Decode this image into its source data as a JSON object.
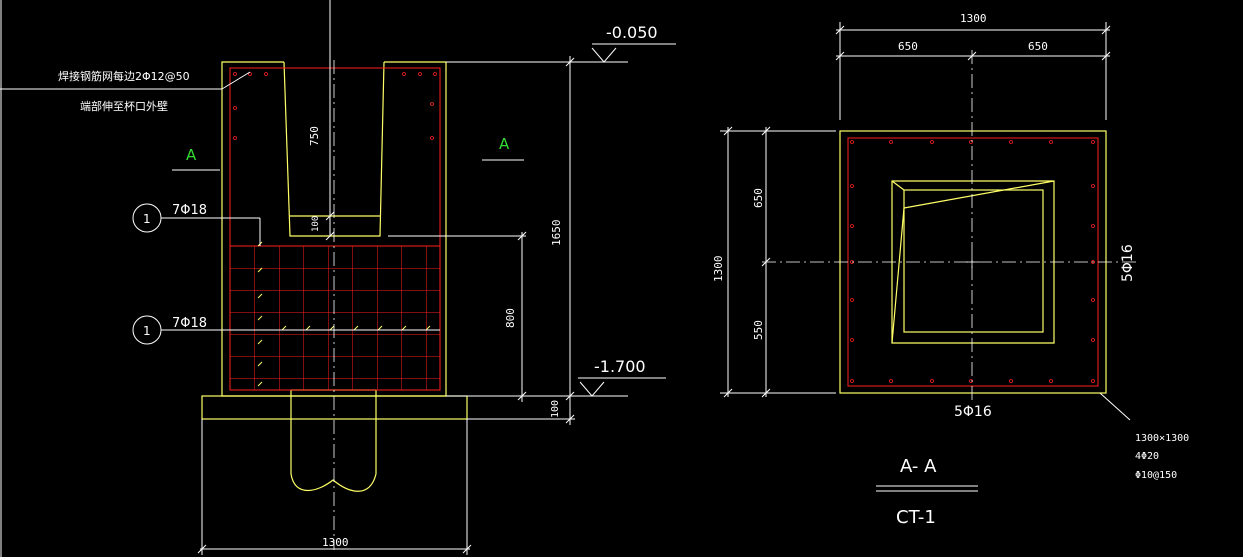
{
  "colors": {
    "background": "#000000",
    "concrete": "#ffff66",
    "rebar": "#ff2020",
    "dimension": "#ffffff",
    "section_mark": "#33dd33",
    "text": "#ffffff"
  },
  "elevation": {
    "top_level": "-0.050",
    "bottom_level": "-1.700",
    "note_line1": "焊接钢筋网每边2Φ12@50",
    "note_line2": "端部伸至杯口外壁",
    "section_mark_left": "A",
    "section_mark_right": "A",
    "bar_callout_1": {
      "number": "1",
      "label": "7Φ18"
    },
    "bar_callout_2": {
      "number": "1",
      "label": "7Φ18"
    },
    "dims": {
      "socket_depth": "750",
      "socket_bottom_gap": "100",
      "total_height": "1650",
      "mesh_zone": "800",
      "base": "100",
      "width": "1300"
    }
  },
  "section": {
    "dims": {
      "total_width": "1300",
      "left_half": "650",
      "right_half": "650",
      "total_height": "1300",
      "upper_part": "650",
      "lower_part": "550"
    },
    "rebar_side_label": "5Φ16",
    "rebar_bottom_label": "5Φ16",
    "pile_note": [
      "1300×1300",
      "4Φ20",
      "Φ10@150"
    ],
    "title": "A- A",
    "subtitle": "CT-1"
  }
}
